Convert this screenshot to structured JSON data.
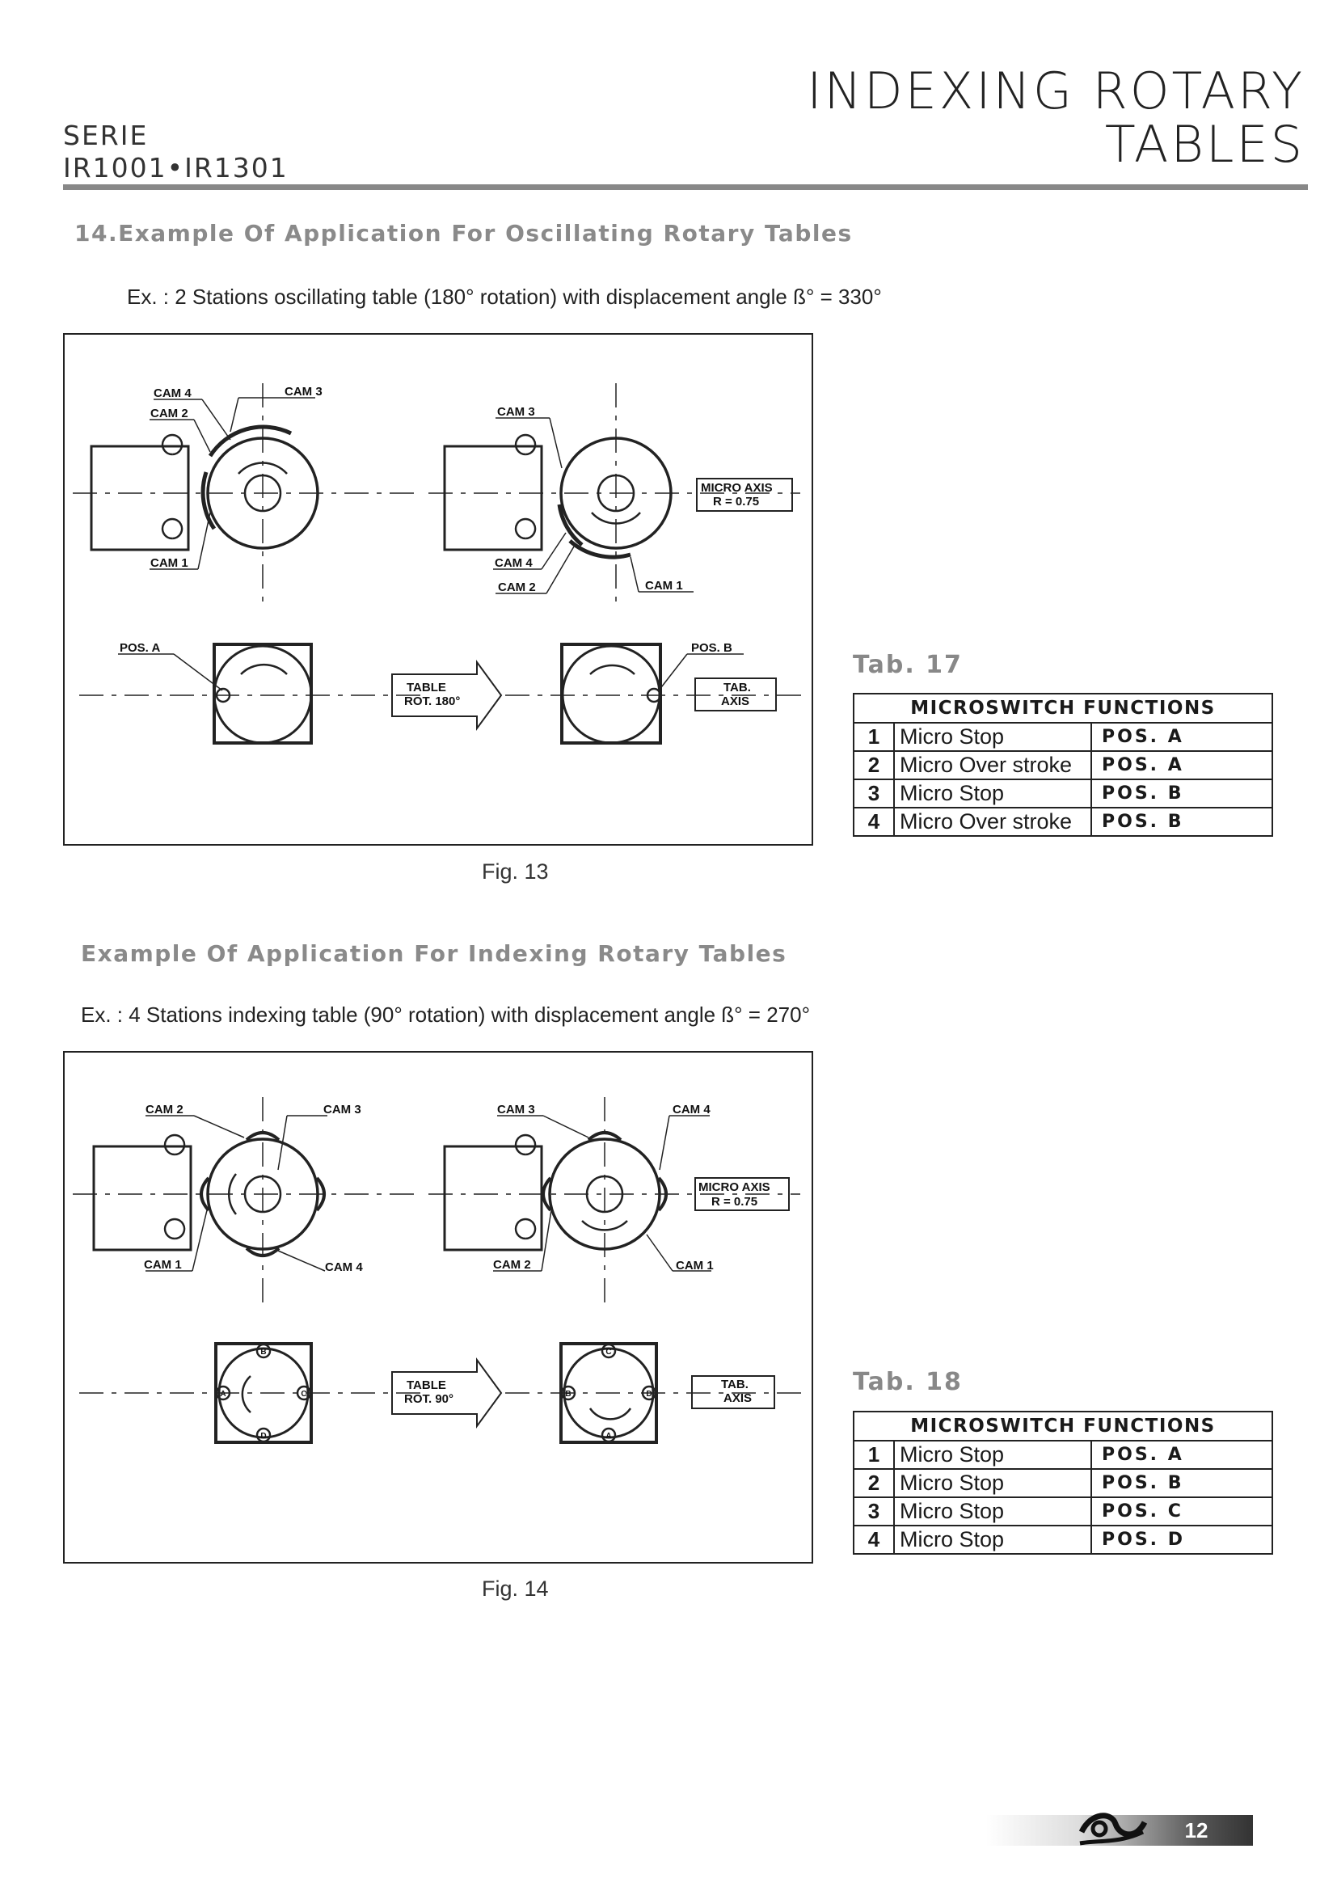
{
  "header": {
    "serie_label": "SERIE",
    "serie_models": "IR1001•IR1301",
    "title_line1": "INDEXING ROTARY",
    "title_line2": "TABLES"
  },
  "section1": {
    "heading": "14.Example Of Application For Oscillating Rotary Tables",
    "example": "Ex. : 2 Stations oscillating table (180° rotation) with displacement angle ß° = 330°",
    "figure_caption": "Fig. 13",
    "fig_labels": {
      "cam4_a": "CAM 4",
      "cam3_a": "CAM 3",
      "cam2_a": "CAM 2",
      "cam1_a": "CAM 1",
      "cam3_b": "CAM 3",
      "cam4_b": "CAM 4",
      "cam2_b": "CAM 2",
      "cam1_b": "CAM 1",
      "micro_axis": "MICRO AXIS",
      "r_value": "R = 0.75",
      "pos_a": "POS. A",
      "pos_b": "POS. B",
      "table_rot_1": "TABLE",
      "table_rot_2": "ROT. 180°",
      "tab_axis_1": "TAB.",
      "tab_axis_2": "AXIS"
    },
    "table": {
      "label": "Tab.  17",
      "header": "MICROSWITCH FUNCTIONS",
      "rows": [
        {
          "n": "1",
          "desc": "Micro Stop",
          "pos": "POS.  A"
        },
        {
          "n": "2",
          "desc": "Micro Over stroke",
          "pos": "POS.  A"
        },
        {
          "n": "3",
          "desc": "Micro Stop",
          "pos": "POS.  B"
        },
        {
          "n": "4",
          "desc": "Micro Over stroke",
          "pos": "POS.  B"
        }
      ]
    }
  },
  "section2": {
    "heading": "Example Of Application For Indexing Rotary Tables",
    "example": "Ex. : 4 Stations indexing table (90° rotation) with displacement angle ß° = 270°",
    "figure_caption": "Fig. 14",
    "fig_labels": {
      "cam2_a": "CAM 2",
      "cam3_a": "CAM 3",
      "cam1_a": "CAM 1",
      "cam4_a": "CAM 4",
      "cam3_b": "CAM 3",
      "cam4_b": "CAM 4",
      "cam2_b": "CAM 2",
      "cam1_b": "CAM 1",
      "micro_axis": "MICRO AXIS",
      "r_value": "R = 0.75",
      "table_rot_1": "TABLE",
      "table_rot_2": "ROT. 90°",
      "tab_axis_1": "TAB.",
      "tab_axis_2": "AXIS",
      "st_a": "A",
      "st_b": "B",
      "st_c": "C",
      "st_d": "D"
    },
    "table": {
      "label": "Tab.  18",
      "header": "MICROSWITCH FUNCTIONS",
      "rows": [
        {
          "n": "1",
          "desc": "Micro Stop",
          "pos": "POS.  A"
        },
        {
          "n": "2",
          "desc": "Micro Stop",
          "pos": "POS.  B"
        },
        {
          "n": "3",
          "desc": "Micro Stop",
          "pos": "POS.  C"
        },
        {
          "n": "4",
          "desc": "Micro Stop",
          "pos": "POS.  D"
        }
      ]
    }
  },
  "footer": {
    "page_number": "12",
    "logo_icon": "brand-logo-icon"
  }
}
